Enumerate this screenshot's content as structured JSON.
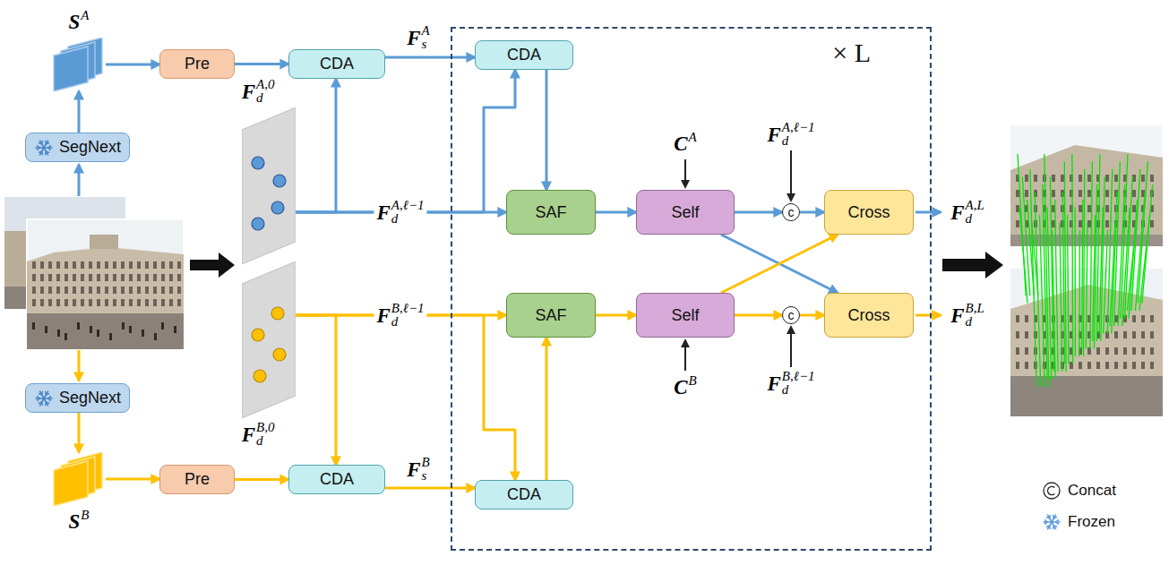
{
  "diagram": {
    "nodes": [
      {
        "text": [
          "SA"
        ]
      },
      {
        "text": [
          "SegNext"
        ]
      },
      {
        "text": [
          "SegNext"
        ]
      },
      {
        "text": [
          "SB"
        ]
      },
      {
        "text": [
          "Pre"
        ]
      },
      {
        "text": [
          "CDA"
        ]
      },
      {
        "text": [
          "FdA,0"
        ]
      },
      {
        "text": [
          "FdB,0"
        ]
      },
      {
        "text": [
          "Pre"
        ]
      },
      {
        "text": [
          "CDA"
        ]
      },
      {
        "text": [
          "× L"
        ]
      },
      {
        "text": [
          "CDA"
        ],
        "in": 10
      },
      {
        "text": [
          "SAF"
        ],
        "in": 10
      },
      {
        "text": [
          "Self"
        ],
        "in": 10
      },
      {
        "text": [
          "c"
        ],
        "in": 10
      },
      {
        "text": [
          "Cross"
        ],
        "in": 10
      },
      {
        "text": [
          "SAF"
        ],
        "in": 10
      },
      {
        "text": [
          "Self"
        ],
        "in": 10
      },
      {
        "text": [
          "c"
        ],
        "in": 10
      },
      {
        "text": [
          "Cross"
        ],
        "in": 10
      },
      {
        "text": [
          "CDA"
        ],
        "in": 10
      }
    ],
    "edges": [
      {
        "from": 1,
        "to": 0,
        "arrow": "to"
      },
      {
        "from": 0,
        "to": 4,
        "arrow": "to"
      },
      {
        "from": 4,
        "to": 5,
        "arrow": "to"
      },
      {
        "from": 6,
        "to": 5,
        "arrow": "to"
      },
      {
        "from": 5,
        "to": 11,
        "arrow": "to",
        "label": "FsA"
      },
      {
        "from": 6,
        "to": 12,
        "arrow": "to",
        "label": "FdA,ℓ−1"
      },
      {
        "from": 6,
        "to": 11,
        "arrow": "to"
      },
      {
        "from": 11,
        "to": 12,
        "arrow": "to"
      },
      {
        "from": 12,
        "to": 13,
        "arrow": "to"
      },
      {
        "from": 13,
        "to": 14,
        "arrow": "to"
      },
      {
        "from": 14,
        "to": 15,
        "arrow": "to"
      },
      {
        "from": 13,
        "to": 19,
        "arrow": "to"
      },
      {
        "from": 2,
        "to": 3,
        "arrow": "to"
      },
      {
        "from": 3,
        "to": 8,
        "arrow": "to"
      },
      {
        "from": 8,
        "to": 9,
        "arrow": "to"
      },
      {
        "from": 7,
        "to": 9,
        "arrow": "to"
      },
      {
        "from": 9,
        "to": 20,
        "arrow": "to",
        "label": "FsB"
      },
      {
        "from": 7,
        "to": 16,
        "arrow": "to",
        "label": "FdB,ℓ−1"
      },
      {
        "from": 7,
        "to": 20,
        "arrow": "to"
      },
      {
        "from": 20,
        "to": 16,
        "arrow": "to"
      },
      {
        "from": 16,
        "to": 17,
        "arrow": "to"
      },
      {
        "from": 17,
        "to": 18,
        "arrow": "to"
      },
      {
        "from": 18,
        "to": 19,
        "arrow": "to"
      },
      {
        "from": 17,
        "to": 15,
        "arrow": "to"
      }
    ],
    "labels": [
      "CA",
      "FdA,ℓ−1",
      "FdA,L",
      "CB",
      "FdB,ℓ−1",
      "FdB,L"
    ],
    "legend": [
      {
        "text": "Concat"
      },
      {
        "text": "Frozen"
      }
    ]
  }
}
